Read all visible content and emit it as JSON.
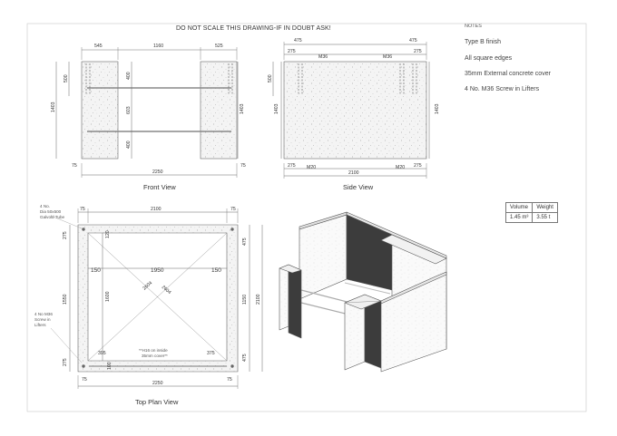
{
  "header": {
    "warning": "DO NOT SCALE THIS DRAWING-IF IN DOUBT ASK!",
    "notes_title": "NOTES"
  },
  "notes": [
    "Type B finish",
    "All square edges",
    "35mm External concrete cover",
    "4 No. M36 Screw in Lifters"
  ],
  "properties_table": {
    "headers": [
      "Volume",
      "Weight"
    ],
    "values": [
      "1.45 m³",
      "3.55 t"
    ]
  },
  "views": {
    "front": {
      "title": "Front View",
      "dims": {
        "top_left": "545",
        "top_mid": "1160",
        "top_right": "525",
        "overall_h": "1403",
        "lift": "500",
        "seg1": "400",
        "seg2": "603",
        "seg3": "400",
        "right_h": "1403",
        "base_left": "75",
        "base_right": "75",
        "overall_w": "2250"
      }
    },
    "side": {
      "title": "Side View",
      "dims": {
        "top_left": "475",
        "top_right": "475",
        "sub_left": "275",
        "sub_right": "275",
        "lifter_left": "M36",
        "lifter_right": "M36",
        "lift": "500",
        "left_h": "1403",
        "right_h": "1403",
        "bot_left": "275",
        "bot_right": "275",
        "m20_left": "M20",
        "m20_right": "M20",
        "overall_w": "2100"
      }
    },
    "plan": {
      "title": "Top Plan View",
      "dims": {
        "top_left": "75",
        "top_mid": "2100",
        "top_right": "75",
        "left_top": "275",
        "left_mid": "1550",
        "left_bot": "275",
        "inner_w": "1950",
        "left_150": "150",
        "right_150": "150",
        "inner_h": "1600",
        "diag1": "2604",
        "diag2": "2604",
        "small_120": "120",
        "small_100": "100",
        "bot_left": "395",
        "bot_right": "375",
        "right_top": "475",
        "right_mid": "1150",
        "right_bot": "475",
        "overall_h": "2100",
        "overall_w": "2250",
        "bottom_small_a": "75",
        "bottom_small_b": "75"
      },
      "annotations": {
        "tube": [
          "4 No.",
          "Dia 50x500",
          "Galvold Tube"
        ],
        "screw": [
          "4 No M36",
          "Screw in",
          "Lifters"
        ],
        "h16": [
          "**H16 on inside",
          "35mm cover**"
        ]
      }
    }
  }
}
